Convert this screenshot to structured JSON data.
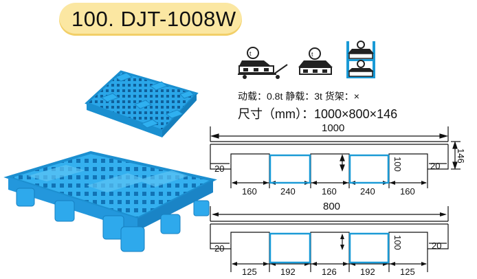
{
  "title": "100. DJT-1008W",
  "load_text": "动载：0.8t  静载：3t  货架：×",
  "size_text": "尺寸（mm）：1000×800×146",
  "top_dims": {
    "length": "1000",
    "left_edge": "20",
    "right_edge": "20",
    "height": "146",
    "block_h": "100",
    "segs": [
      "160",
      "240",
      "160",
      "240",
      "160"
    ]
  },
  "bottom_dims": {
    "length": "800",
    "left_edge": "20",
    "right_edge": "20",
    "block_h": "100",
    "segs": [
      "125",
      "192",
      "126",
      "192",
      "125"
    ]
  },
  "colors": {
    "pallet": "#2aa6e8",
    "block": "#1a9ad6",
    "title_bg": "#fbe7a2"
  },
  "icons": [
    "forklift-icon",
    "static-load-icon",
    "rack-icon"
  ]
}
